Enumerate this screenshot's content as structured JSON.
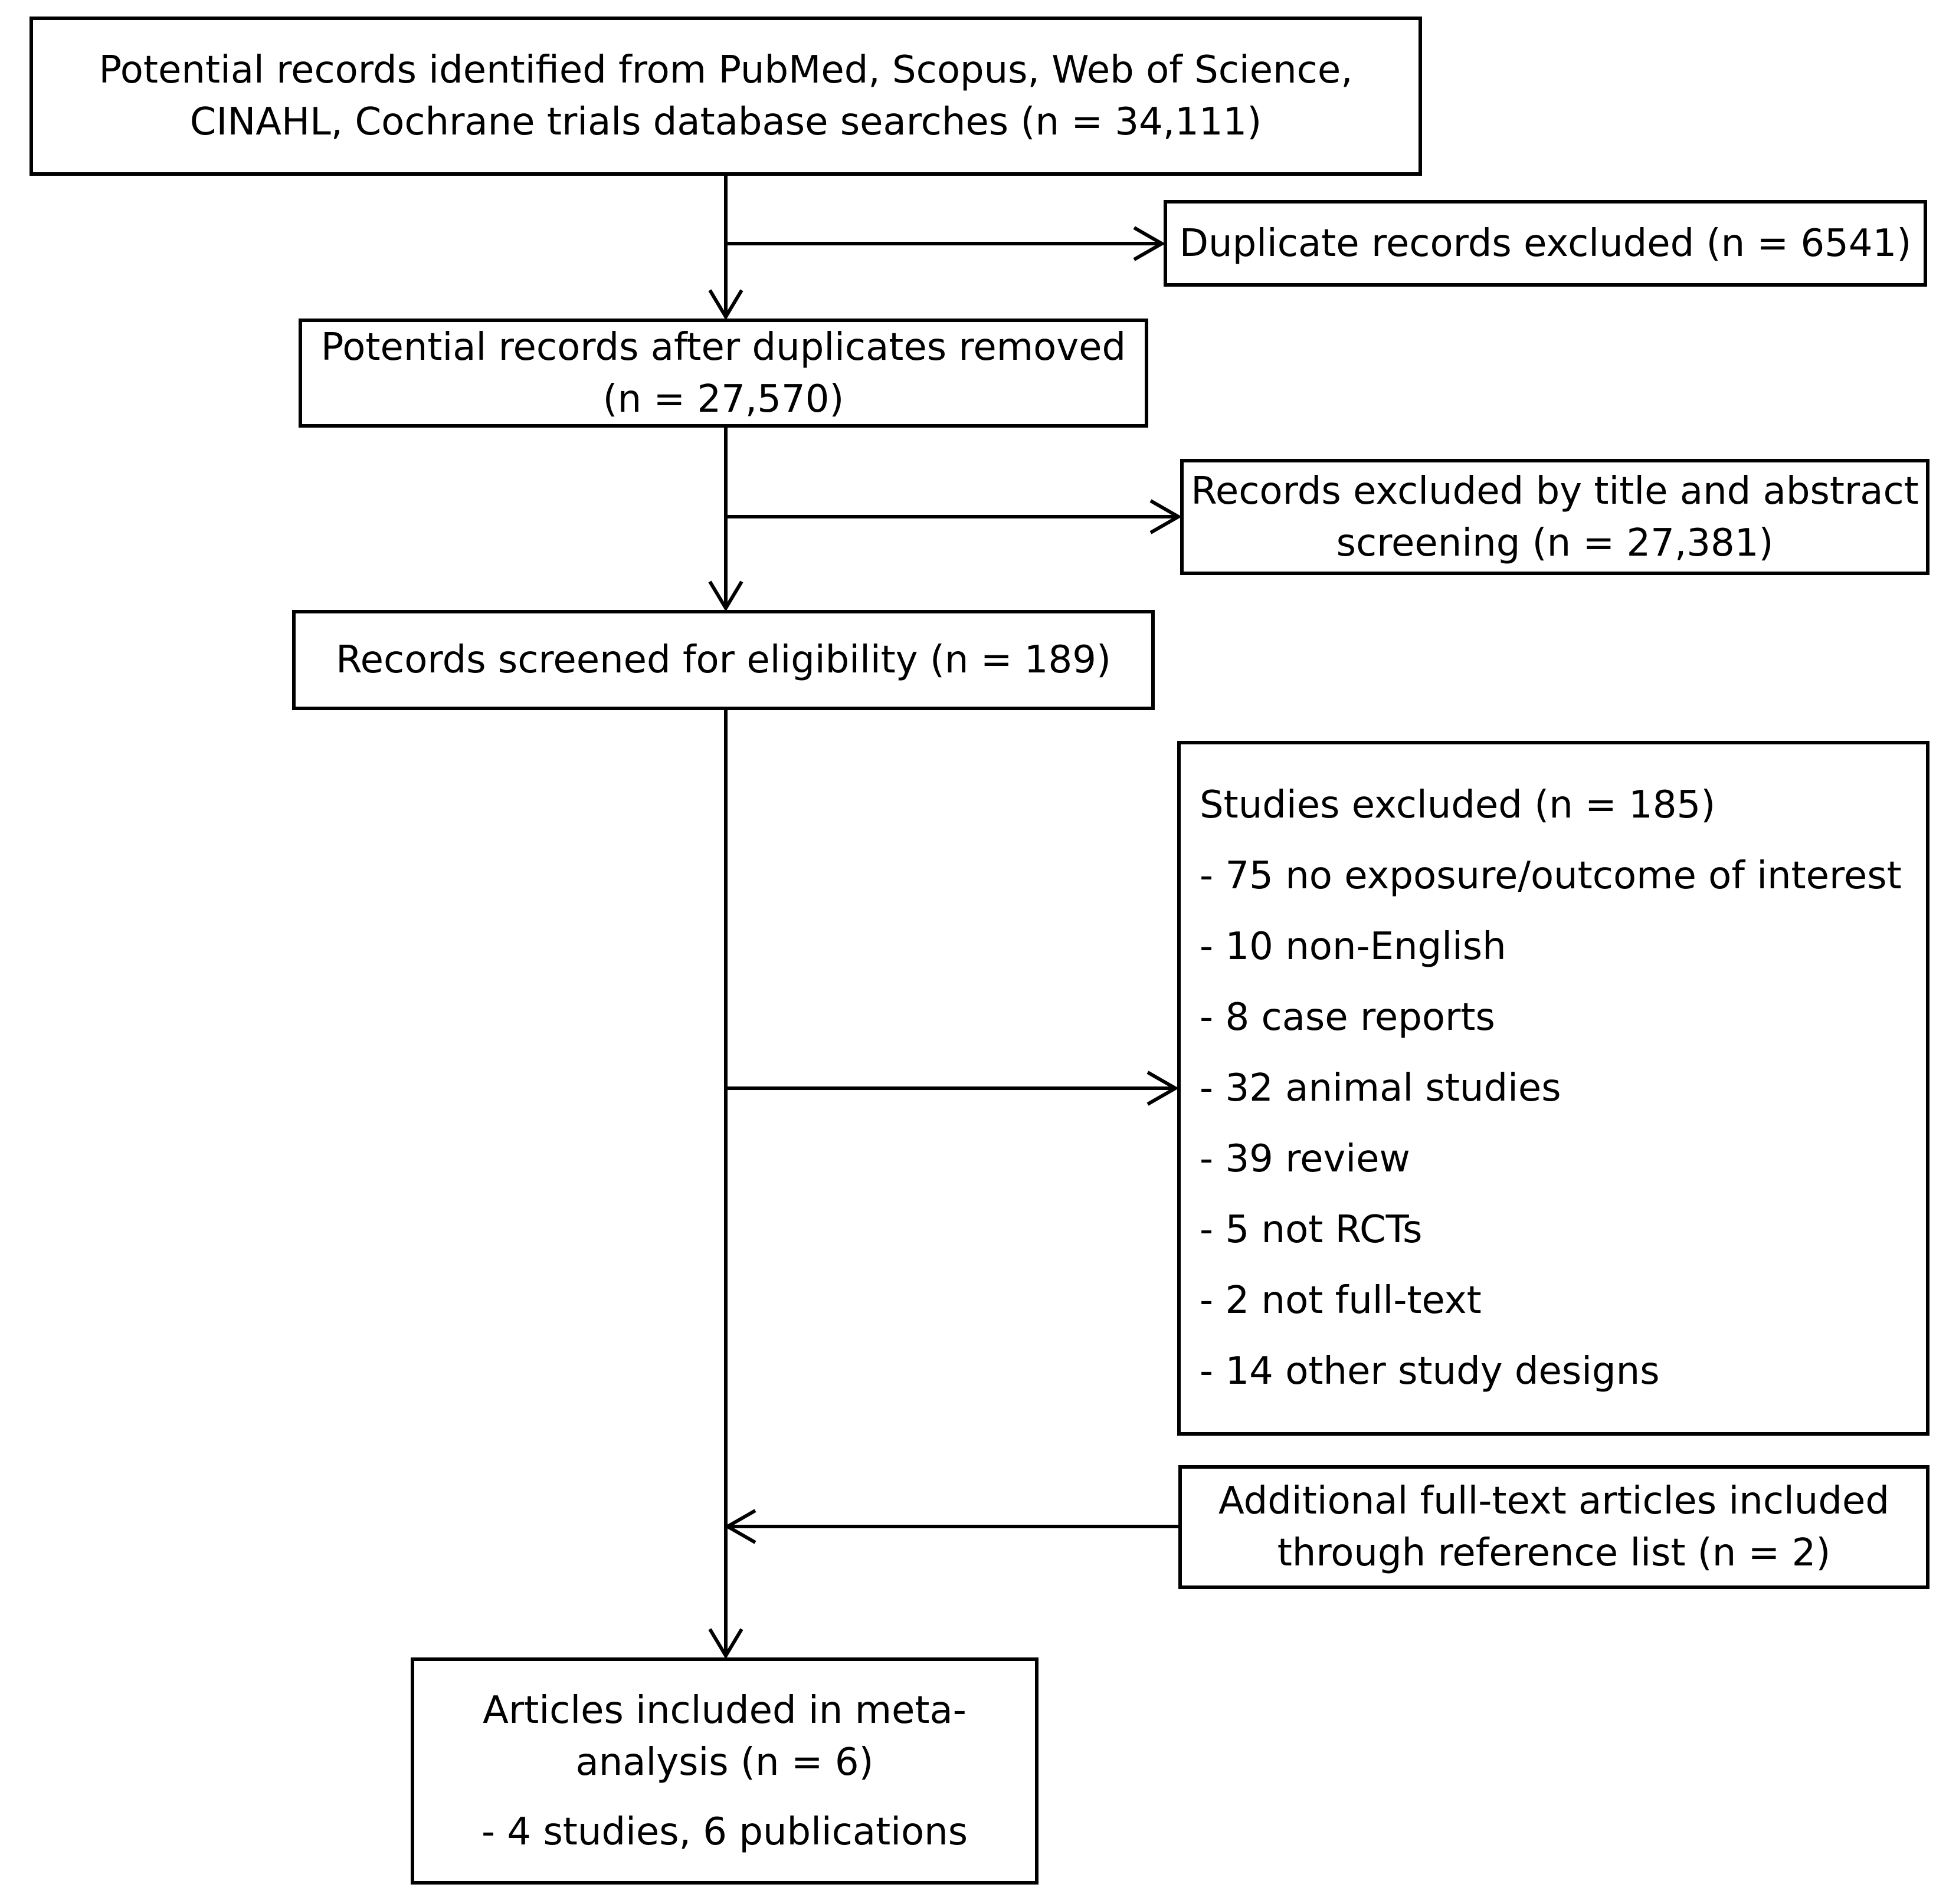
{
  "boxes": {
    "identified": {
      "line1": "Potential records identified from PubMed, Scopus, Web of Science,",
      "line2": "CINAHL, Cochrane trials database searches (n = 34,111)"
    },
    "duplicates": {
      "line1": "Duplicate records excluded (n = 6541)"
    },
    "after_duplicates": {
      "line1": "Potential records after duplicates removed",
      "line2": "(n = 27,570)"
    },
    "title_abstract_excluded": {
      "line1": "Records excluded by title and abstract",
      "line2": "screening (n = 27,381)"
    },
    "screened": {
      "line1": "Records screened for eligibility (n = 189)"
    },
    "studies_excluded": {
      "heading": "Studies excluded (n = 185)",
      "items": [
        "- 75 no exposure/outcome of interest",
        "- 10 non-English",
        "- 8 case reports",
        "- 32 animal studies",
        "- 39 review",
        "- 5 not RCTs",
        "- 2 not full-text",
        "- 14 other study designs"
      ]
    },
    "additional": {
      "line1": "Additional full-text articles included",
      "line2": "through reference list (n = 2)"
    },
    "included": {
      "line1": "Articles included in meta-",
      "line2": "analysis (n = 6)",
      "line3": "- 4 studies, 6 publications"
    }
  }
}
